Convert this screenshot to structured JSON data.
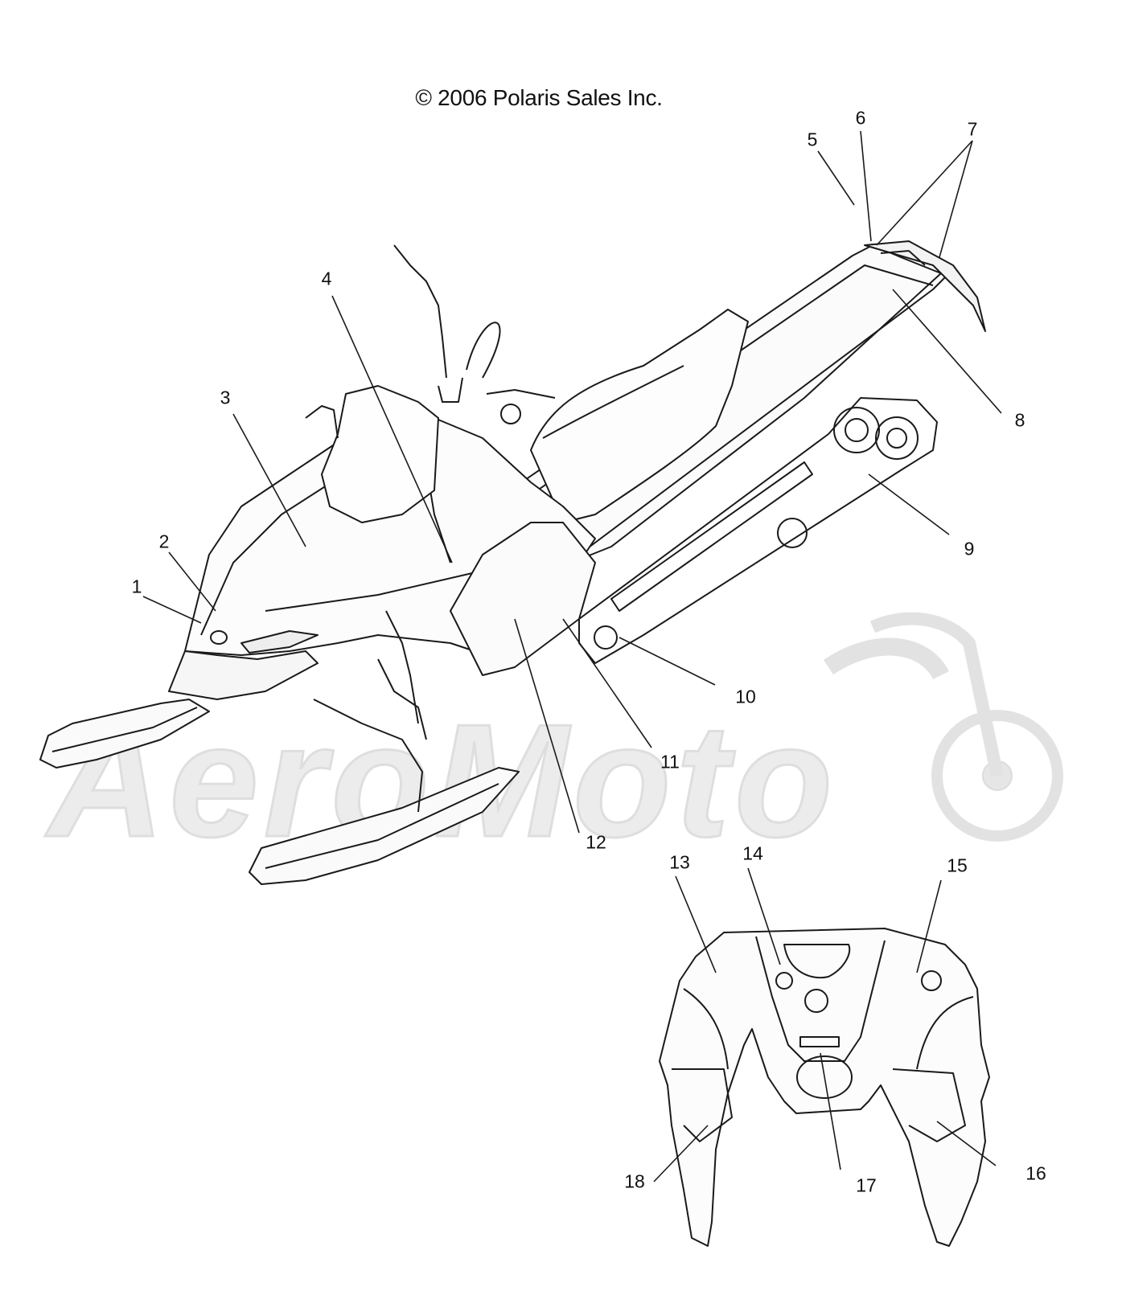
{
  "copyright": "© 2006 Polaris Sales Inc.",
  "watermark": "AeroMoto",
  "callouts": [
    {
      "label": "1"
    },
    {
      "label": "2"
    },
    {
      "label": "3"
    },
    {
      "label": "4"
    },
    {
      "label": "5"
    },
    {
      "label": "6"
    },
    {
      "label": "7"
    },
    {
      "label": "8"
    },
    {
      "label": "9"
    },
    {
      "label": "10"
    },
    {
      "label": "11"
    },
    {
      "label": "12"
    },
    {
      "label": "13"
    },
    {
      "label": "14"
    },
    {
      "label": "15"
    },
    {
      "label": "16"
    },
    {
      "label": "17"
    },
    {
      "label": "18"
    }
  ],
  "colors": {
    "line": "#1a1a1a",
    "watermark": "#e6e6e6"
  }
}
